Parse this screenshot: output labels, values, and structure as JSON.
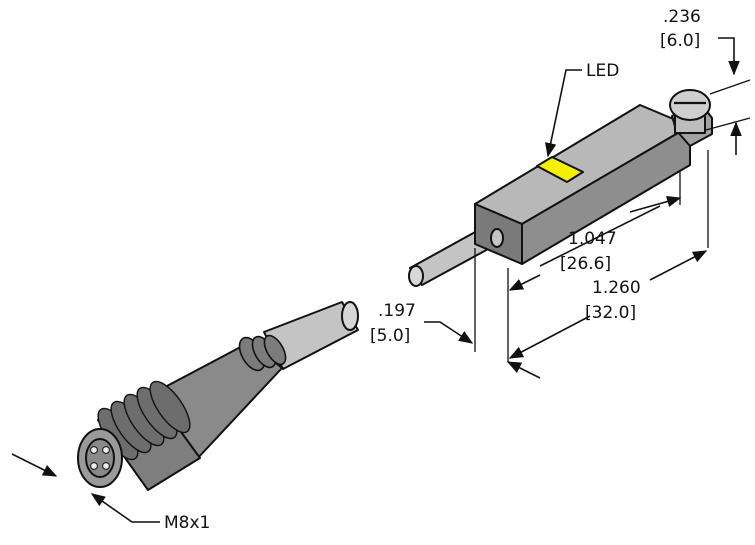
{
  "labels": {
    "led": "LED",
    "width_in": ".236",
    "width_mm": "[6.0]",
    "body_len_in": "1.047",
    "body_len_mm": "[26.6]",
    "overall_len_in": "1.260",
    "overall_len_mm": "[32.0]",
    "cable_dia_in": ".197",
    "cable_dia_mm": "[5.0]",
    "thread": "M8x1"
  },
  "colors": {
    "housing_top": "#b8b8b8",
    "housing_front": "#8e8e8e",
    "housing_end": "#7a7a7a",
    "led": "#f5f000",
    "cable": "#c4c4c4",
    "connector": "#8a8a8a",
    "outline": "#111111"
  }
}
